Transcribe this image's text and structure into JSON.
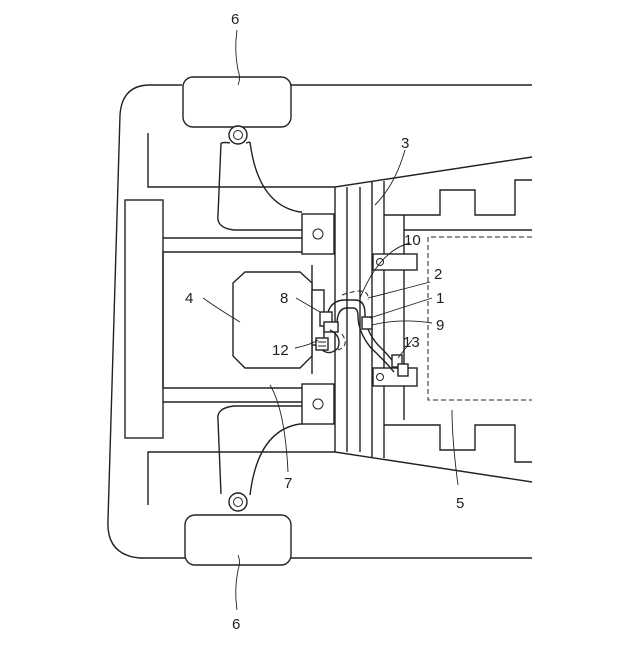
{
  "labels": {
    "wheel_top": "6",
    "wheel_bottom": "6",
    "frame": "3",
    "motor": "4",
    "battery_area": "5",
    "arm": "7",
    "fitting_motor": "8",
    "connector_motor": "12",
    "hose_clamp": "10",
    "pipe": "2",
    "fitting_frame": "1",
    "connector_frame": "9",
    "bracket_connector": "13"
  }
}
